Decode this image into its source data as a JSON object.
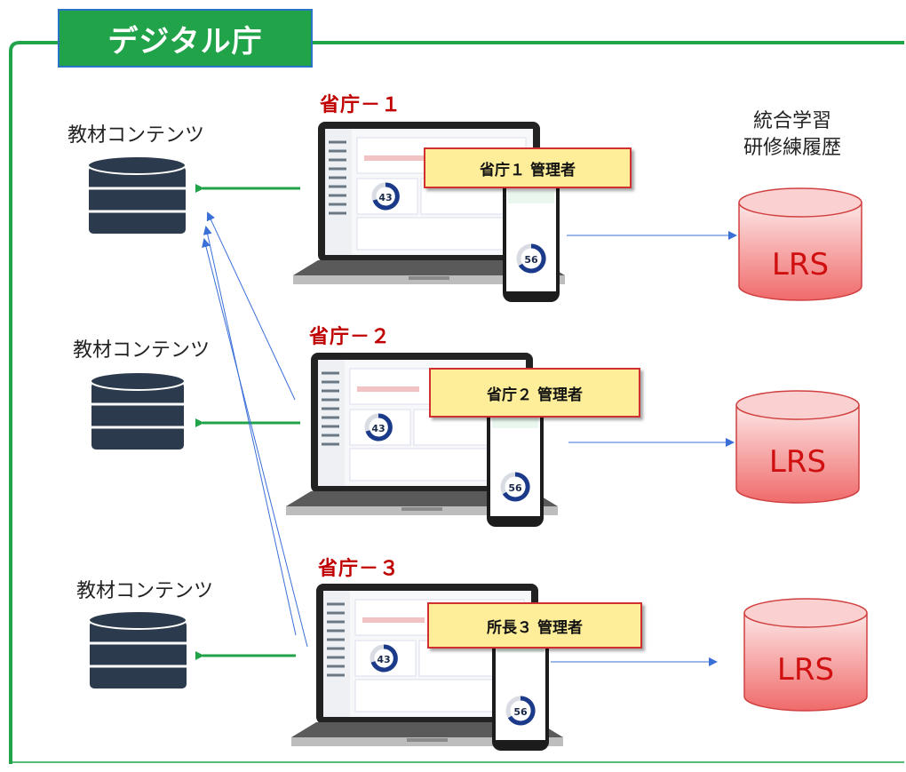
{
  "header": {
    "title": "デジタル庁"
  },
  "colors": {
    "green": "#21a34a",
    "red": "#c00000",
    "blue": "#3a6fd8",
    "admin_bg": "#ffee99",
    "lrs_fill": "#f07070"
  },
  "history_label": [
    "統合学習",
    "研修練履歴"
  ],
  "content_label": "教材コンテンツ",
  "ministries": [
    {
      "name": "省庁－１",
      "admin": "省庁１ 管理者",
      "lrs": "LRS",
      "score_laptop": "43",
      "score_phone": "56"
    },
    {
      "name": "省庁－２",
      "admin": "省庁２ 管理者",
      "lrs": "LRS",
      "score_laptop": "43",
      "score_phone": "56"
    },
    {
      "name": "省庁－３",
      "admin": "所長３ 管理者",
      "lrs": "LRS",
      "score_laptop": "43",
      "score_phone": "56"
    }
  ]
}
